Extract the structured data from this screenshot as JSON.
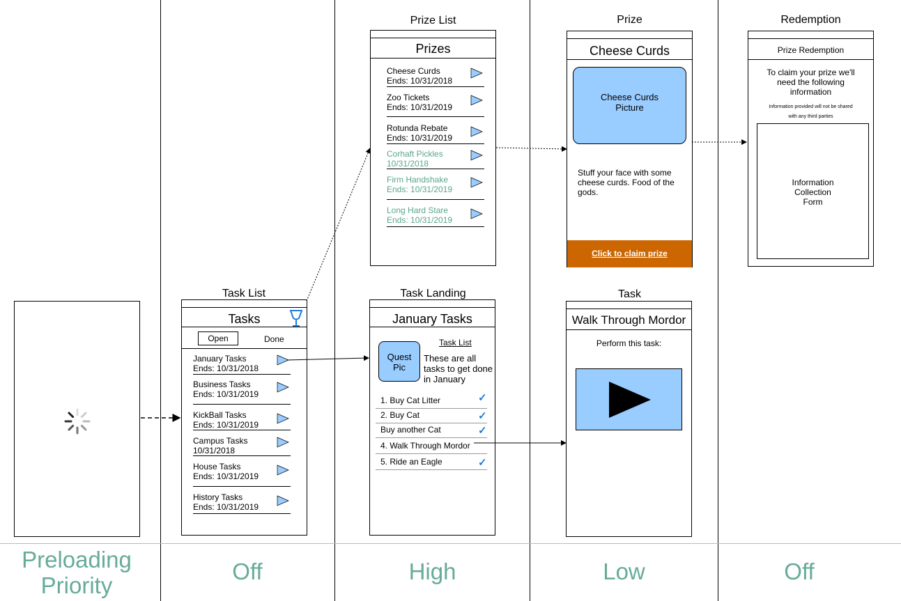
{
  "columns": {
    "col2_level": "Off",
    "col3_level": "High",
    "col4_level": "Low",
    "col5_level": "Off",
    "col1_label_line1": "Preloading",
    "col1_label_line2": "Priority"
  },
  "task_list": {
    "caption": "Task List",
    "header": "Tasks",
    "tab_open": "Open",
    "tab_done": "Done",
    "items": [
      {
        "name": "January Tasks",
        "date": "Ends: 10/31/2018"
      },
      {
        "name": "Business Tasks",
        "date": "Ends: 10/31/2019"
      },
      {
        "name": "KickBall Tasks",
        "date": "Ends: 10/31/2019"
      },
      {
        "name": "Campus Tasks",
        "date": "10/31/2018"
      },
      {
        "name": "House Tasks",
        "date": "Ends: 10/31/2019"
      },
      {
        "name": "History Tasks",
        "date": "Ends: 10/31/2019"
      }
    ]
  },
  "prize_list": {
    "caption": "Prize List",
    "header": "Prizes",
    "items": [
      {
        "name": "Cheese Curds",
        "date": "Ends: 10/31/2018"
      },
      {
        "name": "Zoo Tickets",
        "date": "Ends: 10/31/2019"
      },
      {
        "name": "Rotunda Rebate",
        "date": "Ends: 10/31/2019"
      },
      {
        "name": "Corhaft Pickles",
        "date": "10/31/2018"
      },
      {
        "name": "Firm Handshake",
        "date": "Ends: 10/31/2019"
      },
      {
        "name": "Long Hard Stare",
        "date": "Ends: 10/31/2019"
      }
    ]
  },
  "task_landing": {
    "caption": "Task Landing",
    "header": "January Tasks",
    "quest_pic_line1": "Quest",
    "quest_pic_line2": "Pic",
    "task_list_link": "Task List",
    "desc_line1": "These are all",
    "desc_line2": "tasks to get done",
    "desc_line3": "in January",
    "tasks": [
      "1. Buy Cat Litter",
      "2. Buy Cat",
      "Buy another Cat",
      "4. Walk Through Mordor",
      "5. Ride an Eagle"
    ]
  },
  "prize": {
    "caption": "Prize",
    "header": "Cheese Curds",
    "picture_line1": "Cheese Curds",
    "picture_line2": "Picture",
    "desc_line1": "Stuff your face with some",
    "desc_line2": "cheese curds. Food of the",
    "desc_line3": "gods.",
    "claim": "Click to claim prize"
  },
  "task": {
    "caption": "Task",
    "header": "Walk Through Mordor",
    "instruction": "Perform this task:"
  },
  "redemption": {
    "caption": "Redemption",
    "header": "Prize Redemption",
    "line1": "To claim your prize we'll",
    "line2": "need the following",
    "line3": "information",
    "fine1": "Information provided will not be shared",
    "fine2": "with any third parties",
    "form_line1": "Information",
    "form_line2": "Collection",
    "form_line3": "Form"
  },
  "colors": {
    "accent_blue": "#99ccff",
    "claim_orange": "#cc6600",
    "teal_label": "#67ab99",
    "check_blue": "#1e7bd7"
  }
}
